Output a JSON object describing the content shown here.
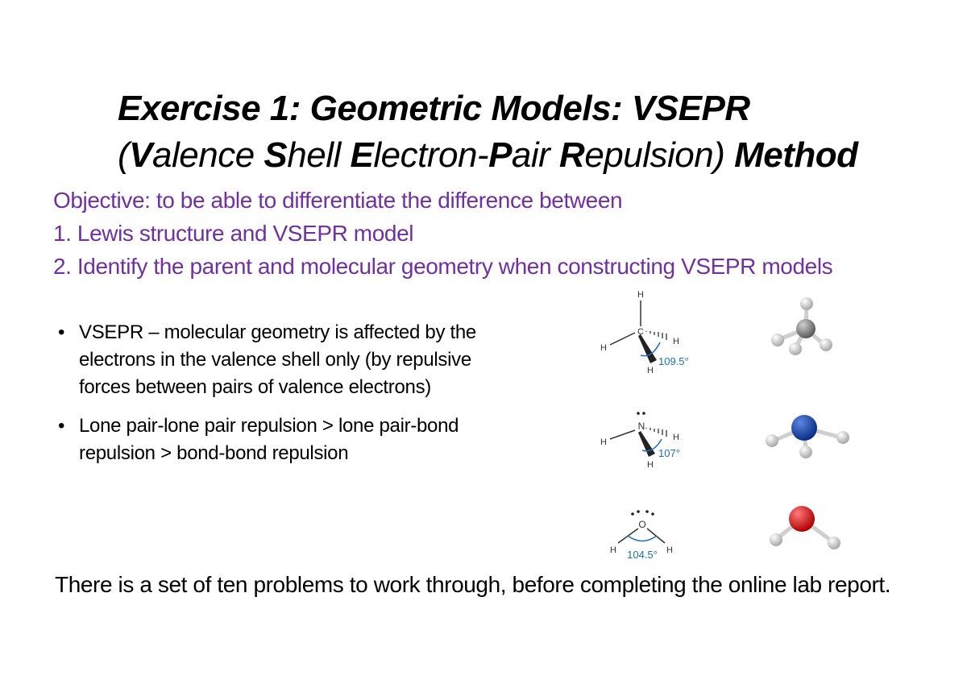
{
  "title": {
    "line1": "Exercise 1: Geometric Models: VSEPR",
    "line2_parts": [
      {
        "t": "(",
        "b": false
      },
      {
        "t": "V",
        "b": true
      },
      {
        "t": "alence ",
        "b": false
      },
      {
        "t": "S",
        "b": true
      },
      {
        "t": "hell ",
        "b": false
      },
      {
        "t": "E",
        "b": true
      },
      {
        "t": "lectron-",
        "b": false
      },
      {
        "t": "P",
        "b": true
      },
      {
        "t": "air ",
        "b": false
      },
      {
        "t": "R",
        "b": true
      },
      {
        "t": "epulsion) ",
        "b": false
      },
      {
        "t": "Method",
        "b": true
      }
    ]
  },
  "objective": {
    "intro": "Objective: to be able to differentiate the difference between",
    "item1": "1. Lewis structure and VSEPR model",
    "item2": "2. Identify the parent and molecular geometry when constructing  VSEPR models"
  },
  "bullets": [
    {
      "symbol": "•",
      "text": "VSEPR – molecular geometry is affected by the electrons in the valence shell only (by repulsive forces between pairs of valence electrons)"
    },
    {
      "symbol": "•",
      "text": "Lone pair-lone pair repulsion > lone pair-bond repulsion > bond-bond repulsion"
    }
  ],
  "footer": "There is a set of ten problems to work through, before completing the online lab report.",
  "molecules": {
    "methane": {
      "center": "C",
      "h": "H",
      "angle": "109.5°"
    },
    "ammonia": {
      "center": "N",
      "h": "H",
      "angle": "107°"
    },
    "water": {
      "center": "O",
      "h": "H",
      "angle": "104.5°"
    }
  },
  "colors": {
    "objective": "#7030a0",
    "angle_label": "#1f6fb4",
    "carbon": "#8a8a8a",
    "nitrogen": "#1646a8",
    "oxygen": "#e01818",
    "hydrogen": "#e6e6e6"
  }
}
